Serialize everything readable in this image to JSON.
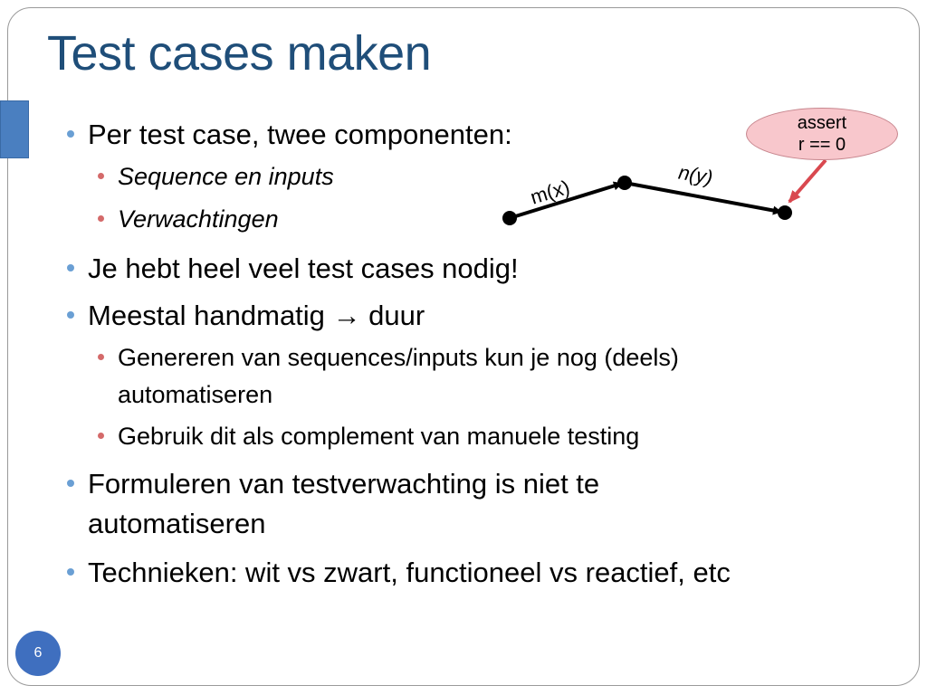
{
  "slide": {
    "title": "Test cases maken",
    "page_number": "6"
  },
  "bullets": [
    {
      "level": 1,
      "text": "Per test case, twee componenten:"
    },
    {
      "level": 2,
      "text": "Sequence en inputs",
      "italic": true
    },
    {
      "level": 2,
      "text": "Verwachtingen",
      "italic": true
    },
    {
      "level": 1,
      "text": "Je hebt heel veel test cases nodig!"
    },
    {
      "level": 1,
      "text": "Meestal handmatig → duur"
    },
    {
      "level": 2,
      "text": "Genereren van sequences/inputs kun je nog (deels)"
    },
    {
      "level": 2,
      "text": "automatiseren",
      "continuation": true
    },
    {
      "level": 2,
      "text": "Gebruik dit als complement van manuele testing"
    },
    {
      "level": 1,
      "text": "Formuleren van testverwachting is niet te"
    },
    {
      "level": 1,
      "text": "automatiseren",
      "continuation": true
    },
    {
      "level": 1,
      "text": "Technieken: wit vs zwart, functioneel vs reactief, etc"
    }
  ],
  "diagram": {
    "edge1_label": "m(x)",
    "edge2_label": "n(y)",
    "assert_line1": "assert",
    "assert_line2": "r == 0"
  },
  "colors": {
    "title": "#1f4e79",
    "bullet_l1": "#6a9fd4",
    "bullet_l2": "#d46a6a",
    "assert_fill": "#f8c7cc",
    "assert_arrow": "#d9484f",
    "page_badge": "#3f6fbf"
  }
}
